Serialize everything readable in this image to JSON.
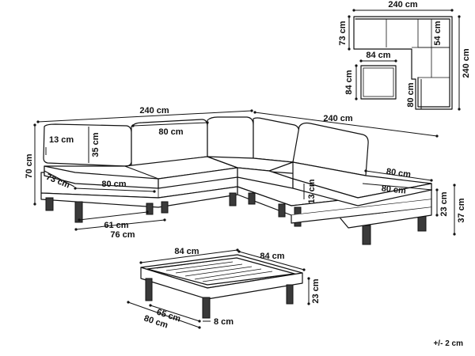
{
  "diagram": {
    "tolerance": "+/- 2 cm",
    "top_view": {
      "width": "240 cm",
      "depth": "240 cm",
      "seat_depth": "73 cm",
      "chaise_width": "54 cm",
      "chaise_length": "80 cm",
      "table_width": "84 cm",
      "table_depth": "84 cm"
    },
    "sofa": {
      "total_width_left": "240 cm",
      "total_width_right": "240 cm",
      "height": "70 cm",
      "cushion_thickness": "13 cm",
      "backrest_height": "35 cm",
      "back_cushion_width": "80 cm",
      "seat_depth": "73 cm",
      "seat_width": "80 cm",
      "inner_leg_span": "61 cm",
      "outer_width": "76 cm",
      "chaise_top_width": "80 cm",
      "chaise_front_width": "80 cm",
      "chaise_cushion_thickness": "13 cm",
      "seat_height": "23 cm",
      "seat_total_height": "37 cm"
    },
    "table": {
      "top_width": "84 cm",
      "top_depth": "84 cm",
      "height": "23 cm",
      "inner_width": "65 cm",
      "outer_width": "80 cm",
      "leg_width": "8 cm"
    }
  }
}
